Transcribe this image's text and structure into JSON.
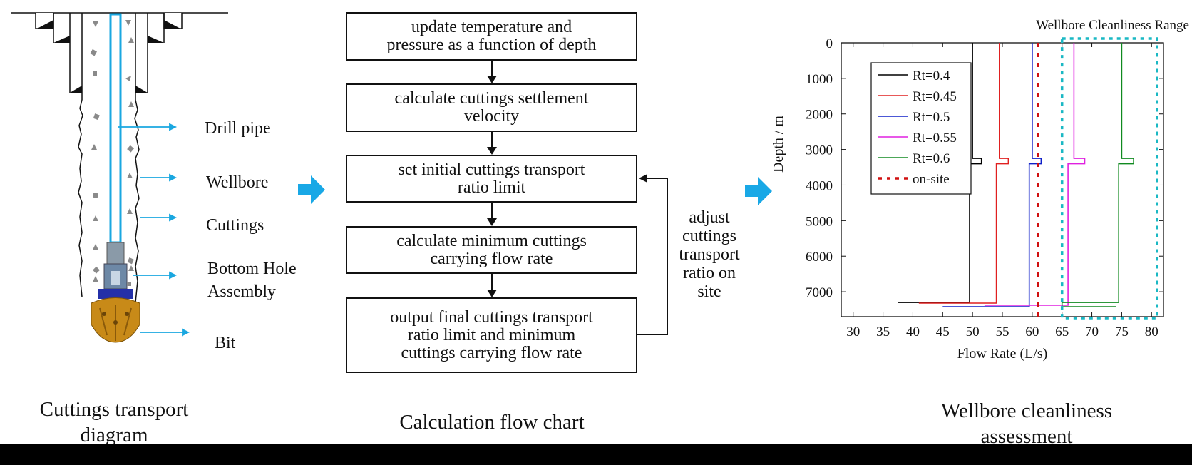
{
  "left_panel": {
    "labels": {
      "drill_pipe": "Drill pipe",
      "wellbore": "Wellbore",
      "cuttings": "Cuttings",
      "bha_line1": "Bottom Hole",
      "bha_line2": "Assembly",
      "bit": "Bit"
    },
    "caption_line1": "Cuttings transport",
    "caption_line2": "diagram",
    "colors": {
      "pipe": "#1aa7e0",
      "pointer": "#1aa7e0",
      "bit": "#c88a18"
    }
  },
  "flowchart": {
    "steps": [
      "update temperature and\npressure as a function of depth",
      "calculate cuttings settlement\nvelocity",
      "set initial cuttings transport\nratio limit",
      "calculate minimum cuttings\ncarrying flow rate",
      "output final cuttings transport\nratio limit and minimum\ncuttings carrying flow rate"
    ],
    "loop_label": "adjust\ncuttings\ntransport\nratio on\nsite",
    "caption": "Calculation flow chart"
  },
  "connector_arrow_color": "#19a8e6",
  "right_panel": {
    "caption_line1": "Wellbore cleanliness",
    "caption_line2": "assessment"
  },
  "chart_data": {
    "type": "line",
    "title": "",
    "annotation": "Wellbore Cleanliness Range",
    "xlabel": "Flow Rate (L/s)",
    "ylabel": "Depth / m",
    "xlim": [
      28,
      82
    ],
    "ylim": [
      0,
      7700
    ],
    "y_inverted": true,
    "xticks": [
      30,
      35,
      40,
      45,
      50,
      55,
      60,
      65,
      70,
      75,
      80
    ],
    "yticks": [
      0,
      1000,
      2000,
      3000,
      4000,
      5000,
      6000,
      7000
    ],
    "legend_position": "top-left",
    "cleanliness_range": {
      "x": [
        65,
        80
      ],
      "color": "#1ab8c4"
    },
    "series": [
      {
        "name": "Rt=0.4",
        "color": "#000000",
        "dash": "solid",
        "points": [
          [
            50,
            0
          ],
          [
            50,
            3250
          ],
          [
            51.5,
            3250
          ],
          [
            51.5,
            3400
          ],
          [
            49.5,
            3400
          ],
          [
            49.5,
            7300
          ],
          [
            37.5,
            7300
          ]
        ]
      },
      {
        "name": "Rt=0.45",
        "color": "#e02020",
        "dash": "solid",
        "points": [
          [
            54.5,
            0
          ],
          [
            54.5,
            3250
          ],
          [
            56,
            3250
          ],
          [
            56,
            3400
          ],
          [
            54,
            3400
          ],
          [
            54,
            7320
          ],
          [
            41,
            7320
          ]
        ]
      },
      {
        "name": "Rt=0.5",
        "color": "#1020c8",
        "dash": "solid",
        "points": [
          [
            60,
            0
          ],
          [
            60,
            3250
          ],
          [
            61.5,
            3250
          ],
          [
            61.5,
            3400
          ],
          [
            59.5,
            3400
          ],
          [
            59.5,
            7420
          ],
          [
            45,
            7420
          ]
        ]
      },
      {
        "name": "Rt=0.55",
        "color": "#e020e0",
        "dash": "solid",
        "points": [
          [
            67,
            0
          ],
          [
            67,
            3250
          ],
          [
            68.8,
            3250
          ],
          [
            68.8,
            3400
          ],
          [
            66,
            3400
          ],
          [
            66,
            7380
          ],
          [
            52,
            7380
          ]
        ]
      },
      {
        "name": "Rt=0.6",
        "color": "#108a20",
        "dash": "solid",
        "points": [
          [
            75,
            0
          ],
          [
            75,
            3250
          ],
          [
            77,
            3250
          ],
          [
            77,
            3400
          ],
          [
            74.5,
            3400
          ],
          [
            74.5,
            7300
          ],
          [
            65,
            7300
          ],
          [
            65,
            7420
          ],
          [
            74,
            7420
          ]
        ]
      },
      {
        "name": "on-site",
        "color": "#d01010",
        "dash": "dotted",
        "points": [
          [
            61,
            0
          ],
          [
            61,
            7700
          ]
        ]
      }
    ]
  }
}
